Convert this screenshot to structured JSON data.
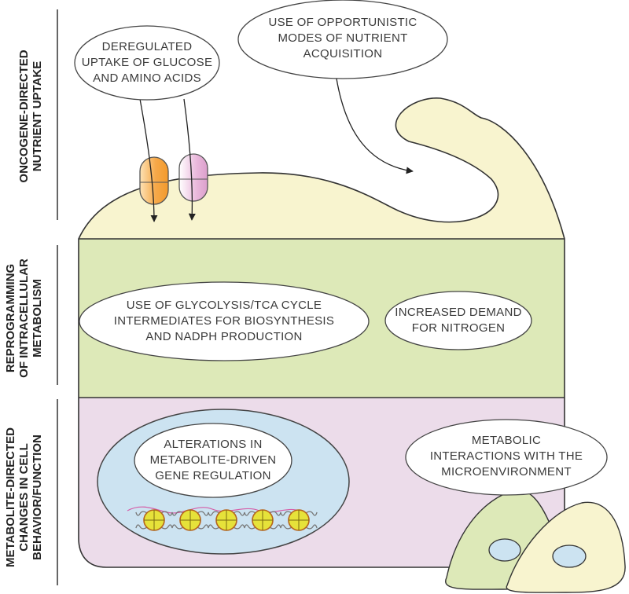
{
  "sections": [
    {
      "id": "uptake",
      "label_lines": [
        "ONCOGENE-DIRECTED",
        "NUTRIENT UPTAKE"
      ]
    },
    {
      "id": "metabolism",
      "label_lines": [
        "REPROGRAMMING",
        "OF INTRACELLULAR",
        "METABOLISM"
      ]
    },
    {
      "id": "behavior",
      "label_lines": [
        "METABOLITE-DIRECTED",
        "CHANGES IN CELL",
        "BEHAVIOR/FUNCTION"
      ]
    }
  ],
  "bubbles": {
    "deregulated_uptake": [
      "DEREGULATED",
      "UPTAKE OF GLUCOSE",
      "AND AMINO ACIDS"
    ],
    "opportunistic": [
      "USE OF OPPORTUNISTIC",
      "MODES OF NUTRIENT",
      "ACQUISITION"
    ],
    "glycolysis": [
      "USE OF GLYCOLYSIS/TCA CYCLE",
      "INTERMEDIATES FOR BIOSYNTHESIS",
      "AND NADPH PRODUCTION"
    ],
    "nitrogen": [
      "INCREASED DEMAND",
      "FOR NITROGEN"
    ],
    "gene_regulation": [
      "ALTERATIONS IN",
      "METABOLITE-DRIVEN",
      "GENE REGULATION"
    ],
    "microenvironment": [
      "METABOLIC",
      "INTERACTIONS WITH THE",
      "MICROENVIRONMENT"
    ]
  },
  "colors": {
    "uptake_region": "#f8f4cf",
    "metabolism_region": "#dde9b8",
    "behavior_region": "#ecdcea",
    "nucleus": "#cce3f1",
    "transporter_orange": "#f6a94a",
    "transporter_pink": "#eab9dc",
    "nucleosome": "#e6e23a",
    "neighbor_cell_green": "#dde9b8",
    "neighbor_cell_yellow": "#f8f4cf"
  },
  "nucleosome_count": 5
}
